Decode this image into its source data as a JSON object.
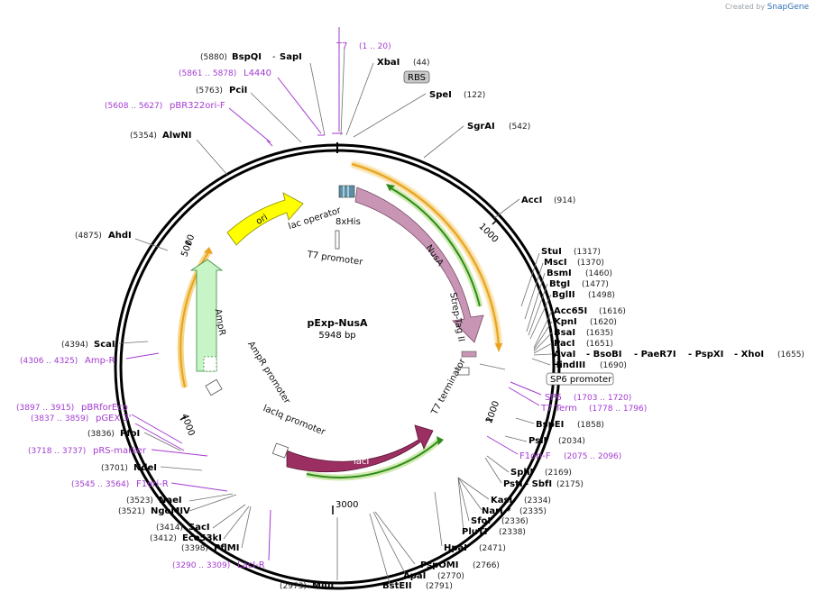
{
  "watermark": {
    "prefix": "Created by",
    "brand": "SnapGene"
  },
  "plasmid": {
    "name": "pExp-NusA",
    "size": "5948 bp"
  },
  "ticks": [
    "1000",
    "2000",
    "3000",
    "4000",
    "5000"
  ],
  "top_labels": [
    {
      "pos": "(5880)",
      "name": "BspQI",
      "sep": "-",
      "name2": "SapI"
    },
    {
      "pos": "(5763)",
      "name": "PciI"
    },
    {
      "pos": "(5354)",
      "name": "AlwNI"
    },
    {
      "pos": "(4875)",
      "name": "AhdI"
    },
    {
      "pos": "(4394)",
      "name": "ScaI"
    },
    {
      "pos": "(3836)",
      "name": "PfoI"
    },
    {
      "pos": "(3701)",
      "name": "NdeI"
    },
    {
      "pos": "(3523)",
      "name": "NaeI"
    },
    {
      "pos": "(3521)",
      "name": "NgoMIV"
    },
    {
      "pos": "(3414)",
      "name": "SacI"
    },
    {
      "pos": "(3412)",
      "name": "Eco53kI"
    },
    {
      "pos": "(3398)",
      "name": "PflMI"
    },
    {
      "pos": "(2973)",
      "name": "MluI"
    }
  ],
  "right_labels": [
    {
      "name": "XbaI",
      "pos": "(44)"
    },
    {
      "name": "SpeI",
      "pos": "(122)"
    },
    {
      "name": "SgrAI",
      "pos": "(542)"
    },
    {
      "name": "AccI",
      "pos": "(914)"
    },
    {
      "name": "StuI",
      "pos": "(1317)"
    },
    {
      "name": "MscI",
      "pos": "(1370)"
    },
    {
      "name": "BsmI",
      "pos": "(1460)"
    },
    {
      "name": "BtgI",
      "pos": "(1477)"
    },
    {
      "name": "BglII",
      "pos": "(1498)"
    },
    {
      "name": "Acc65I",
      "pos": "(1616)"
    },
    {
      "name": "KpnI",
      "pos": "(1620)"
    },
    {
      "name": "BsaI",
      "pos": "(1635)"
    },
    {
      "name": "PacI",
      "pos": "(1651)"
    },
    {
      "name": "AvaI",
      "name2": "- BsoBI",
      "name3": "- PaeR7I",
      "name4": "- PspXI",
      "name5": "- XhoI",
      "pos": "(1655)"
    },
    {
      "name": "HindIII",
      "pos": "(1690)"
    },
    {
      "name": "BspEI",
      "pos": "(1858)"
    },
    {
      "name": "PsiI",
      "pos": "(2034)"
    },
    {
      "name": "SphI",
      "pos": "(2169)"
    },
    {
      "name": "PstI",
      "name2": "- SbfI",
      "pos": "(2175)"
    },
    {
      "name": "KasI",
      "pos": "(2334)"
    },
    {
      "name": "NarI *",
      "pos": "(2335)"
    },
    {
      "name": "SfoI",
      "pos": "(2336)"
    },
    {
      "name": "PluTI",
      "pos": "(2338)"
    },
    {
      "name": "HpaI",
      "pos": "(2471)"
    },
    {
      "name": "PspOMI",
      "pos": "(2766)"
    },
    {
      "name": "ApaI",
      "pos": "(2770)"
    },
    {
      "name": "BstEII",
      "pos": "(2791)"
    }
  ],
  "primers": [
    {
      "name": "T7",
      "range": "(1 .. 20)"
    },
    {
      "name": "L4440",
      "range": "(5861 .. 5878)"
    },
    {
      "name": "pBR322ori-F",
      "range": "(5608 .. 5627)"
    },
    {
      "name": "Amp-R",
      "range": "(4306 .. 4325)"
    },
    {
      "name": "pBRforEco",
      "range": "(3897 .. 3915)"
    },
    {
      "name": "pGEX 3'",
      "range": "(3837 .. 3859)"
    },
    {
      "name": "pRS-marker",
      "range": "(3718 .. 3737)"
    },
    {
      "name": "F1ori-R",
      "range": "(3545 .. 3564)"
    },
    {
      "name": "LacI-R",
      "range": "(3290 .. 3309)"
    },
    {
      "name": "SP6",
      "range": "(1703 .. 1720)"
    },
    {
      "name": "T7 Term",
      "range": "(1778 .. 1796)"
    },
    {
      "name": "F1ori-F",
      "range": "(2075 .. 2096)"
    }
  ],
  "features": {
    "rbs": "RBS",
    "sp6_promoter": "SP6 promoter",
    "lac_operator": "lac operator",
    "his_tag": "8xHis",
    "t7_promoter": "T7 promoter",
    "nusa": "NusA",
    "strep_tag": "Strep-Tag II",
    "t7_terminator": "T7 terminator",
    "laci": "lacI",
    "laciq_promoter": "lacIq promoter",
    "ampr_promoter": "AmpR promoter",
    "ampr": "AmpR",
    "ori": "ori"
  },
  "colors": {
    "nusa": "#c896b4",
    "laci": "#9b2f62",
    "ampr": "#c8f5c8",
    "ori": "#ffff00",
    "orf_orange": "#e8a21f",
    "orf_green": "#2e8b1a",
    "primer": "#a33bd1"
  }
}
